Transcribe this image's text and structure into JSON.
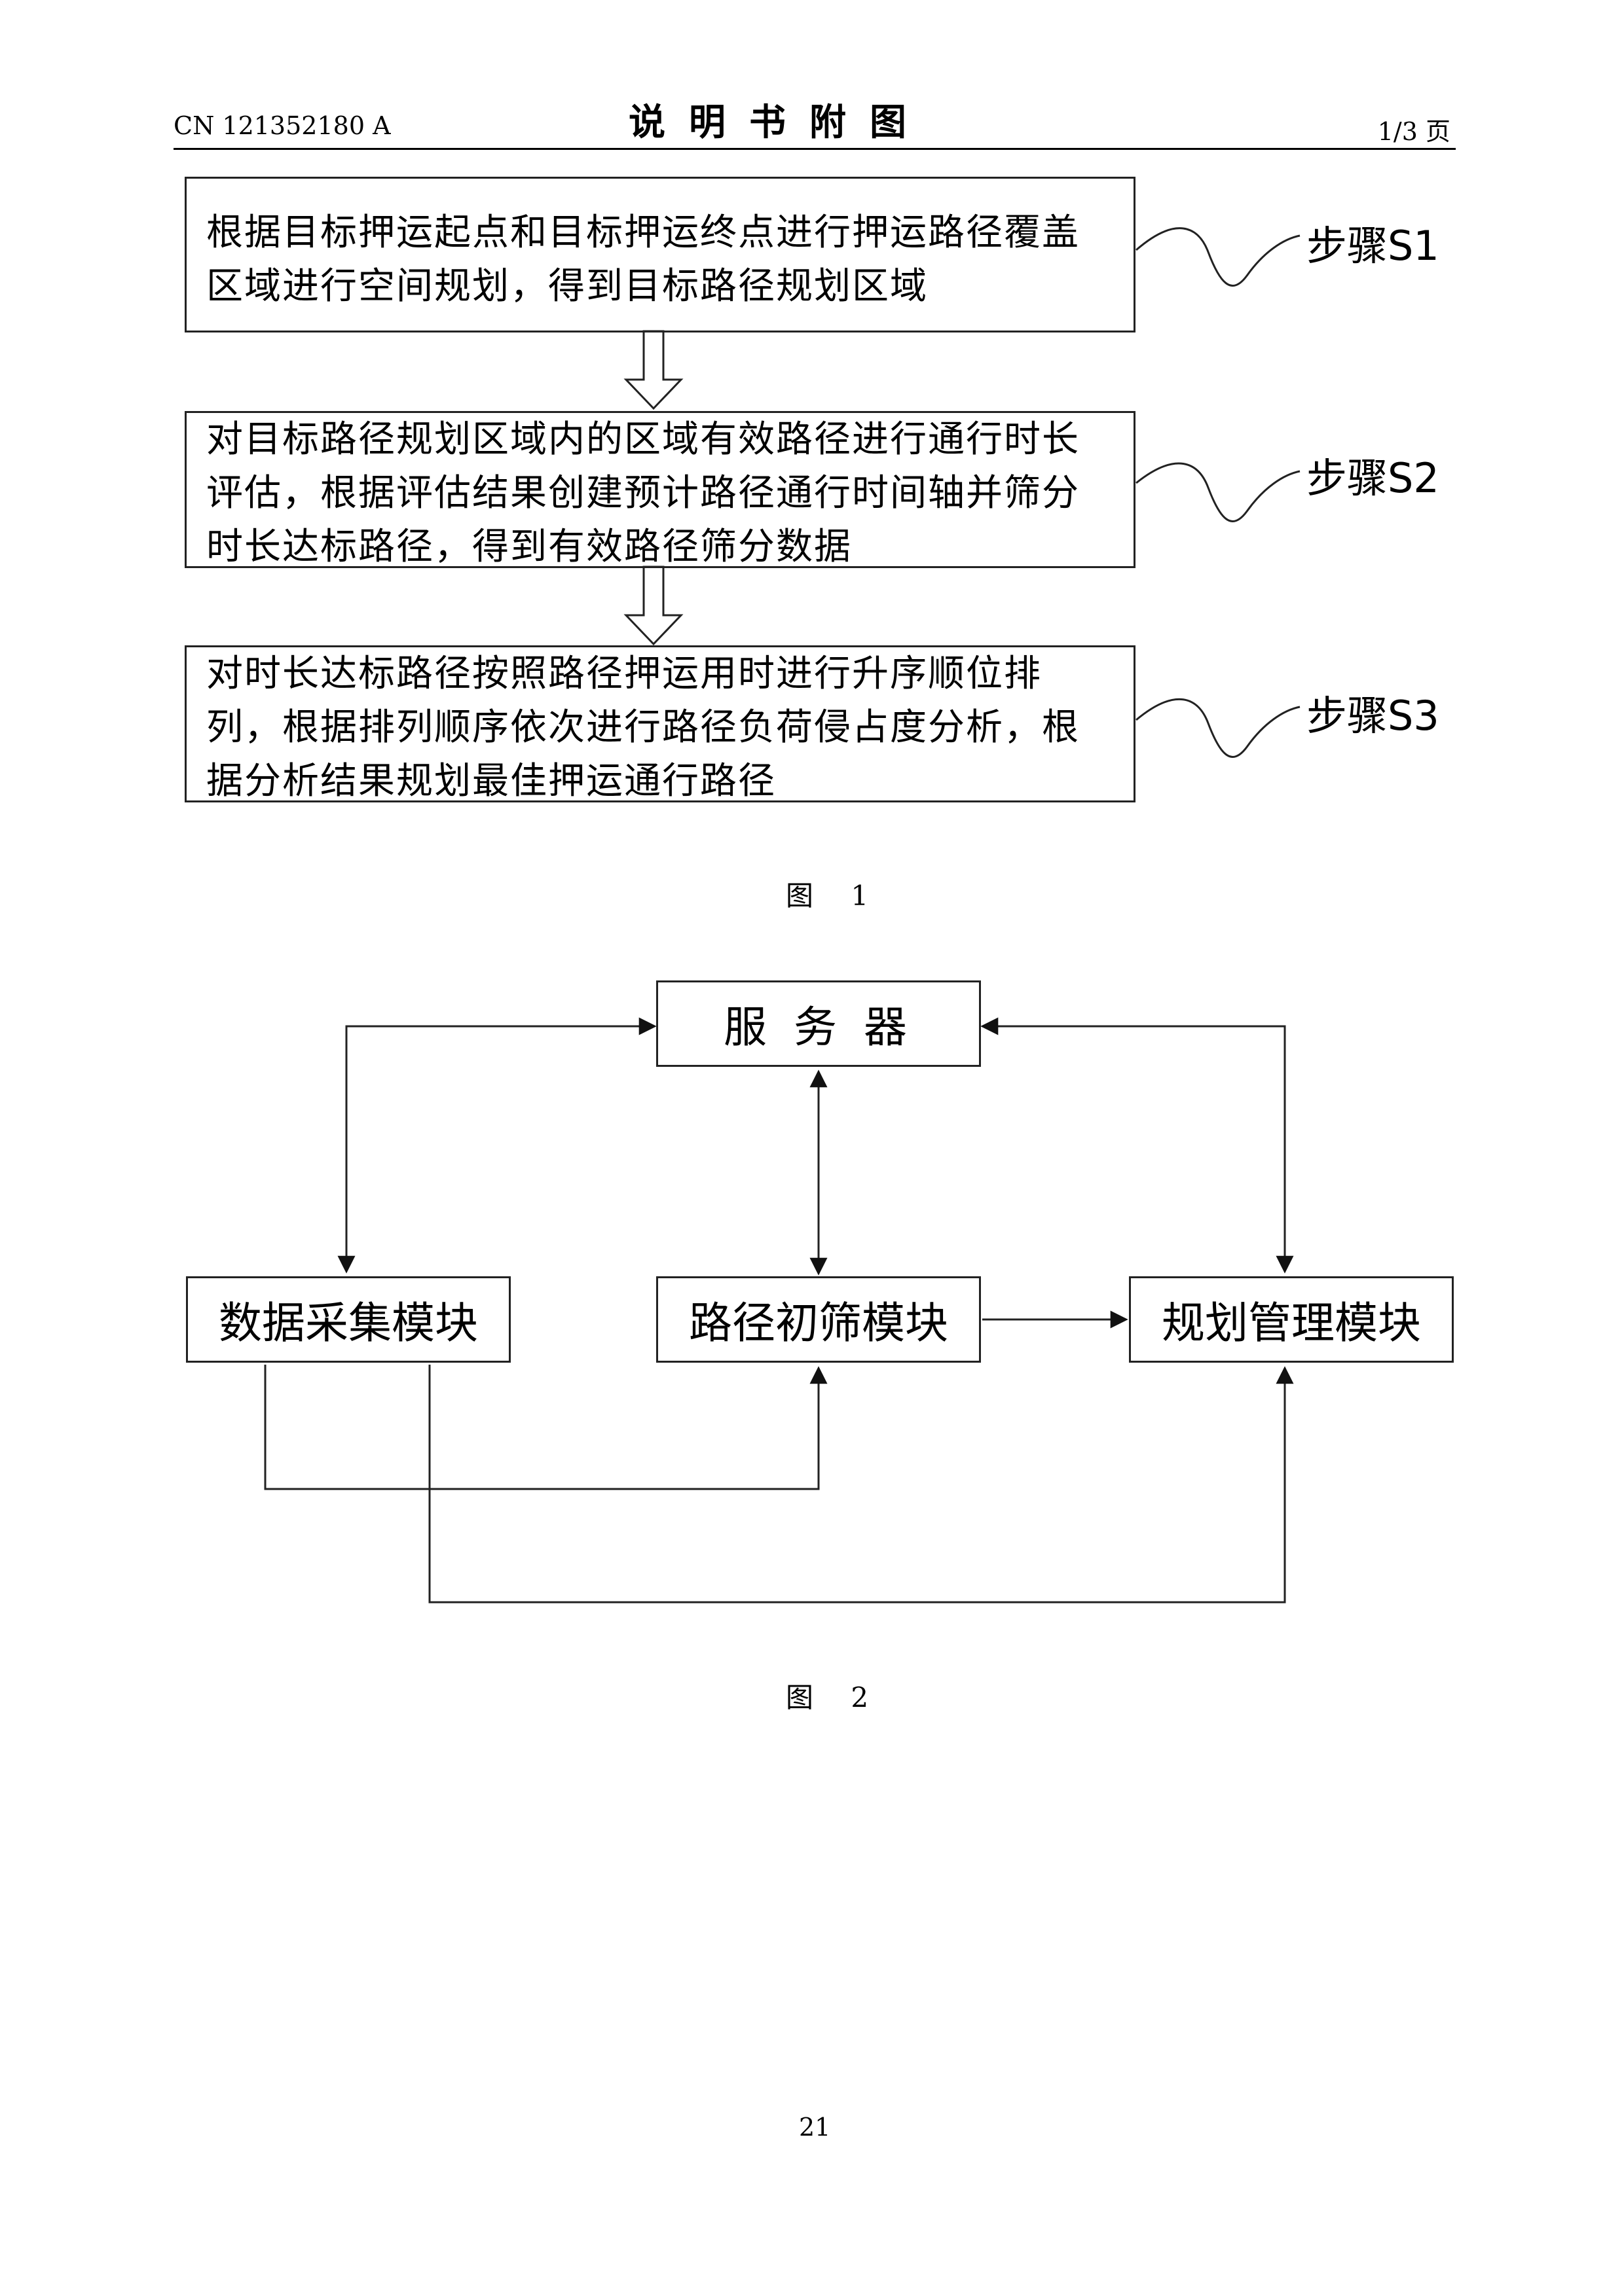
{
  "header": {
    "doc_number": "CN 121352180 A",
    "title": "说明书附图",
    "page_info": "1/3 页"
  },
  "figure1": {
    "steps": [
      {
        "text": "根据目标押运起点和目标押运终点进行押运路径覆盖区域进行空间规划，得到目标路径规划区域",
        "label": "步骤S1"
      },
      {
        "text": "对目标路径规划区域内的区域有效路径进行通行时长评估，根据评估结果创建预计路径通行时间轴并筛分时长达标路径，得到有效路径筛分数据",
        "label": "步骤S2"
      },
      {
        "text": "对时长达标路径按照路径押运用时进行升序顺位排列，根据排列顺序依次进行路径负荷侵占度分析，根据分析结果规划最佳押运通行路径",
        "label": "步骤S3"
      }
    ],
    "caption": "图 1"
  },
  "figure2": {
    "server": "服 务 器",
    "data_module": "数据采集模块",
    "path_module": "路径初筛模块",
    "plan_module": "规划管理模块",
    "caption": "图 2"
  },
  "page_number": "21"
}
